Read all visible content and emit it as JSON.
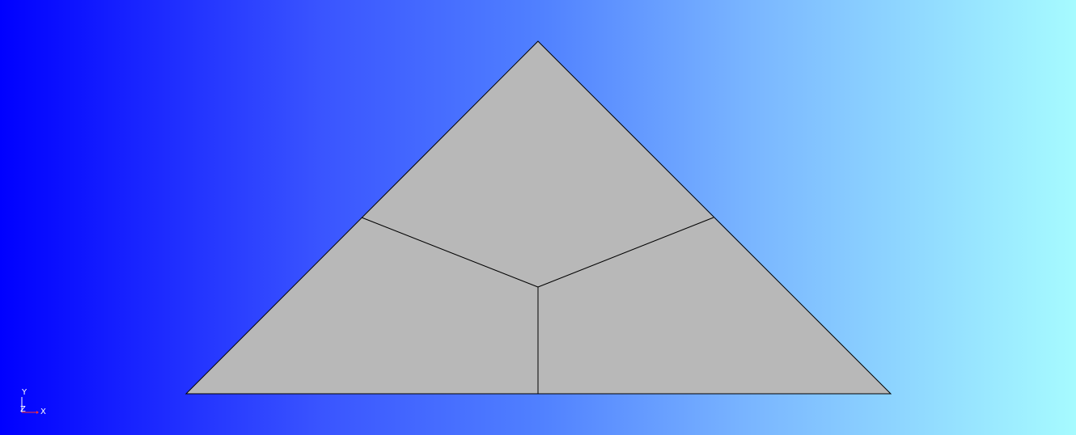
{
  "viewport": {
    "background_left": "#0000ff",
    "background_right": "#a6fbff"
  },
  "mesh": {
    "fill_color": "#b8b8b8",
    "edge_color": "#000000",
    "element_count": 3
  },
  "triad": {
    "y_label": "Y",
    "z_label": "Z",
    "x_label": "X",
    "y_axis_color": "#ffffff",
    "x_axis_color": "#ff3030"
  }
}
